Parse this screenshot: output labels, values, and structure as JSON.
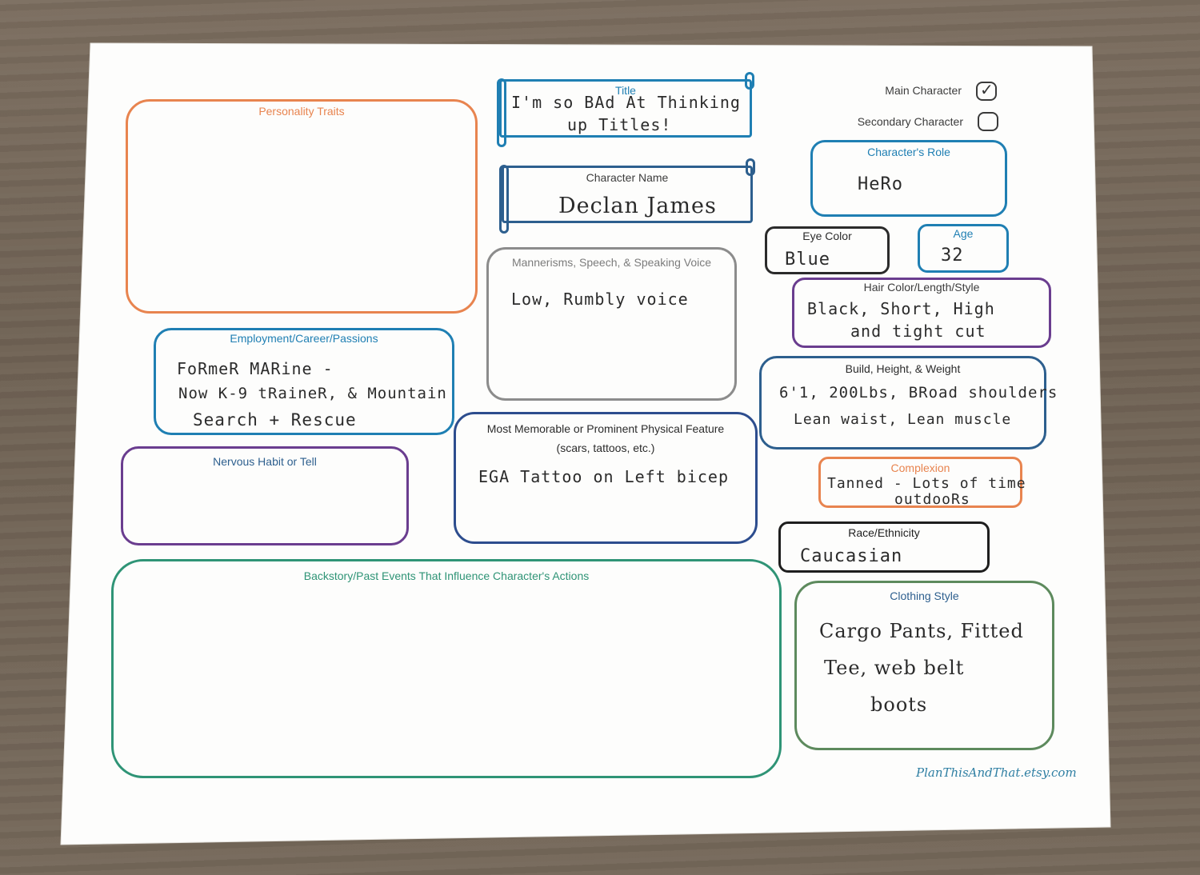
{
  "fields": {
    "personality": {
      "label": "Personality Traits"
    },
    "title": {
      "label": "Title",
      "line1": "I'm so BAd At Thinking",
      "line2": "up Titles!"
    },
    "name": {
      "label": "Character Name",
      "value": "Declan James"
    },
    "main_character": {
      "label": "Main Character",
      "checked": true
    },
    "secondary_character": {
      "label": "Secondary Character",
      "checked": false
    },
    "role": {
      "label": "Character's Role",
      "value": "HeRo"
    },
    "eye_color": {
      "label": "Eye Color",
      "value": "Blue"
    },
    "age": {
      "label": "Age",
      "value": "32"
    },
    "mannerisms": {
      "label": "Mannerisms, Speech, & Speaking Voice",
      "value": "Low, Rumbly voice"
    },
    "hair": {
      "label": "Hair Color/Length/Style",
      "line1": "Black, Short, High",
      "line2": "and tight cut"
    },
    "employment": {
      "label": "Employment/Career/Passions",
      "line1": "FoRmeR MARine -",
      "line2": "Now K-9 tRaineR, & Mountain",
      "line3": "Search + Rescue"
    },
    "build": {
      "label": "Build, Height, & Weight",
      "line1": "6'1, 200Lbs, BRoad shoulders",
      "line2": "Lean waist, Lean muscle"
    },
    "physical_feature": {
      "label": "Most Memorable or Prominent Physical Feature",
      "sublabel": "(scars, tattoos, etc.)",
      "value": "EGA Tattoo on Left bicep"
    },
    "nervous_habit": {
      "label": "Nervous Habit or Tell"
    },
    "complexion": {
      "label": "Complexion",
      "line1": "Tanned - Lots of time",
      "line2": "outdooRs"
    },
    "race": {
      "label": "Race/Ethnicity",
      "value": "Caucasian"
    },
    "backstory": {
      "label": "Backstory/Past Events That Influence Character's Actions"
    },
    "clothing": {
      "label": "Clothing Style",
      "line1": "Cargo Pants, Fitted",
      "line2": "Tee, web belt",
      "line3": "boots"
    }
  },
  "footer": {
    "credit": "PlanThisAndThat.etsy.com"
  },
  "colors": {
    "orange": "#e8844f",
    "blue": "#1f7fb3",
    "navy": "#2d5f8e",
    "purple": "#6a3d8f",
    "gray": "#8c8c8c",
    "teal": "#2f9476",
    "green": "#5d8a5d",
    "black": "#1e1e1e",
    "paper": "#fdfdfc",
    "table": "#75685a"
  }
}
